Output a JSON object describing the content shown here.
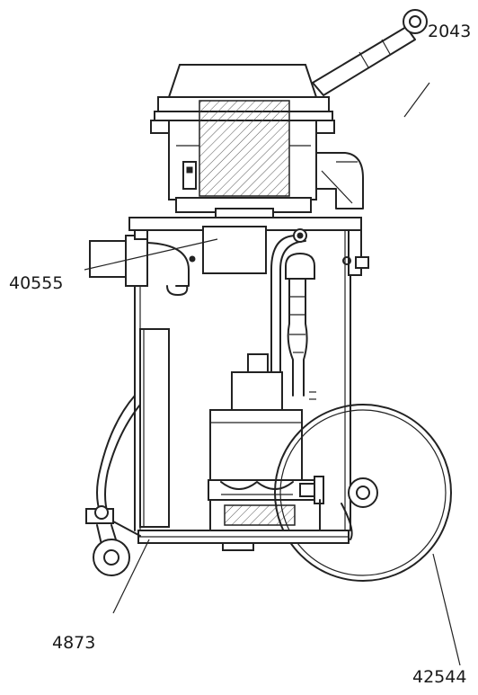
{
  "callouts": {
    "c1": "2043",
    "c2": "40555",
    "c3": "4873",
    "c4": "42544"
  },
  "colors": {
    "line": "#222222",
    "background": "#ffffff"
  }
}
